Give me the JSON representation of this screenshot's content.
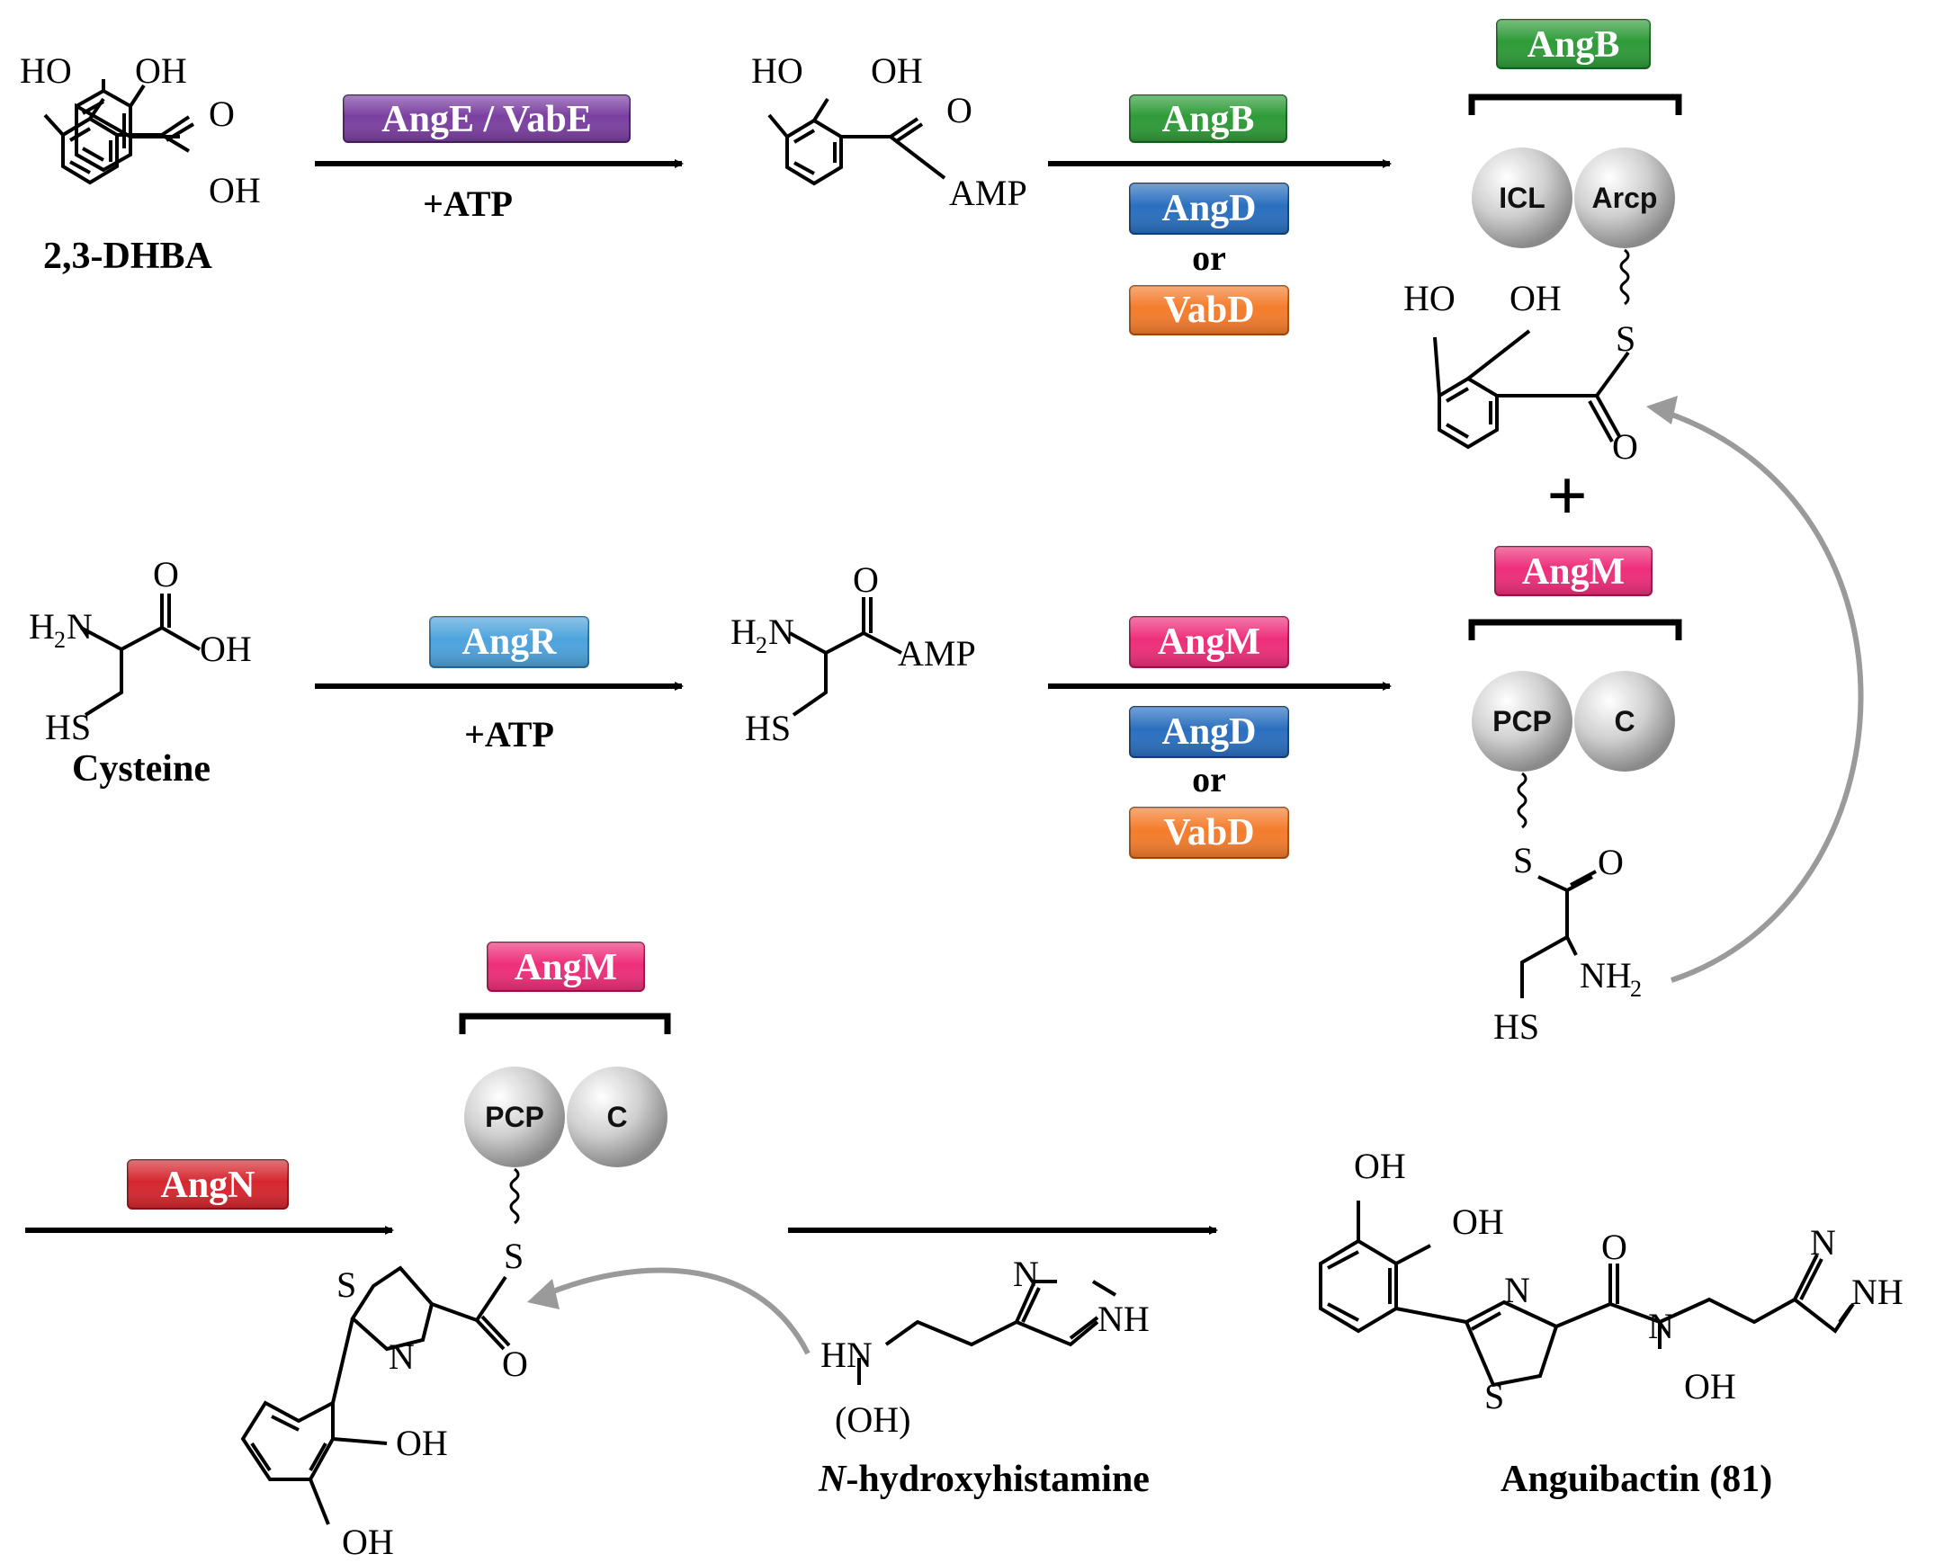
{
  "enzymes": {
    "angE_vabE": "AngE / VabE",
    "angB": "AngB",
    "angD": "AngD",
    "vabD": "VabD",
    "angR": "AngR",
    "angM": "AngM",
    "angN": "AngN",
    "or": "or"
  },
  "conditions": {
    "atp": "+ATP"
  },
  "compounds": {
    "dhba": "2,3-DHBA",
    "cysteine": "Cysteine",
    "hydroxyhistamine_italic": "N",
    "hydroxyhistamine_rest": "-hydroxyhistamine",
    "anguibactin": "Anguibactin (81)"
  },
  "domains": {
    "icl": "ICL",
    "arcp": "Arcp",
    "pcp": "PCP",
    "c": "C"
  },
  "atoms": {
    "ho": "HO",
    "oh": "OH",
    "o": "O",
    "s": "S",
    "n": "N",
    "nh": "NH",
    "hs": "HS",
    "amp": "AMP",
    "h": "H",
    "two": "2",
    "hn": "HN",
    "oh_paren": "(OH)",
    "nh2_base": "NH",
    "plus": "+"
  },
  "colors": {
    "purple": "#7B3FA0",
    "green": "#2E9B38",
    "blue": "#2A6FBF",
    "orange": "#F47C2C",
    "lightblue": "#4DA3DD",
    "pink": "#EE2E7A",
    "red": "#D6262E",
    "gray_arrow": "#9A9A9A"
  }
}
